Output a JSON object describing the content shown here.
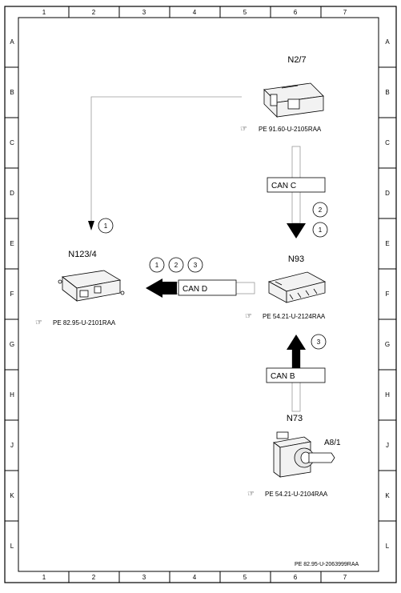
{
  "frame": {
    "columns": [
      "1",
      "2",
      "3",
      "4",
      "5",
      "6",
      "7"
    ],
    "rows": [
      "A",
      "B",
      "C",
      "D",
      "E",
      "F",
      "G",
      "H",
      "J",
      "K",
      "L"
    ]
  },
  "components": {
    "n2_7": {
      "label": "N2/7",
      "ref": "PE 91.60-U-2105RAA",
      "icon": "control-module-icon"
    },
    "n123_4": {
      "label": "N123/4",
      "ref": "PE 82.95-U-2101RAA",
      "icon": "control-module-icon"
    },
    "n93": {
      "label": "N93",
      "ref": "PE 54.21-U-2124RAA",
      "icon": "control-module-icon"
    },
    "n73": {
      "label": "N73",
      "sublabel": "A8/1",
      "ref": "PE 54.21-U-2104RAA",
      "icon": "ignition-switch-icon"
    }
  },
  "buses": {
    "can_c": "CAN C",
    "can_d": "CAN D",
    "can_b": "CAN B"
  },
  "callouts": {
    "n123_line": [
      "1"
    ],
    "can_c": [
      "2",
      "1"
    ],
    "can_d": [
      "1",
      "2",
      "3"
    ],
    "can_b": [
      "3"
    ]
  },
  "footer": {
    "doc_ref": "PE 82.95-U-2063999RAA"
  },
  "colors": {
    "line": "#000000",
    "bus_fill": "#ffffff",
    "module_fill": "#f2f2f2"
  }
}
